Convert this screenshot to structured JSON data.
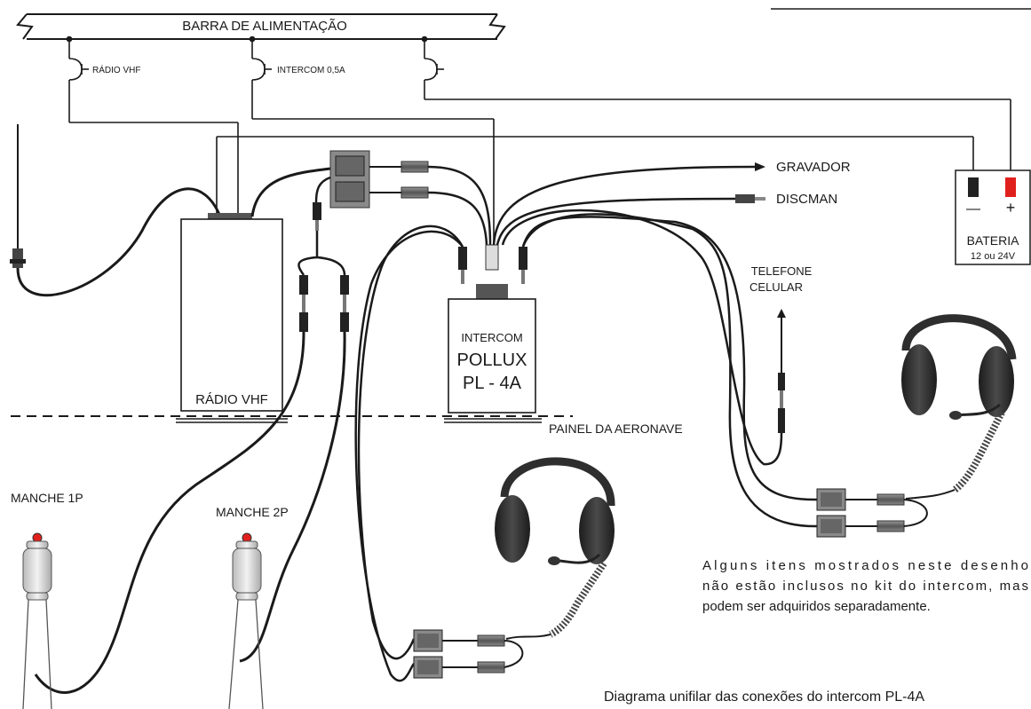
{
  "power_bus": {
    "label": "BARRA DE ALIMENTAÇÃO"
  },
  "breakers": [
    {
      "label": "RÁDIO VHF"
    },
    {
      "label": "INTERCOM 0,5A"
    },
    {
      "label": ""
    }
  ],
  "battery": {
    "minus": "—",
    "plus": "+",
    "label": "BATERIA",
    "sublabel": "12 ou 24V"
  },
  "radio": {
    "label": "RÁDIO VHF"
  },
  "intercom": {
    "line1": "INTERCOM",
    "line2": "POLLUX",
    "line3": "PL - 4A"
  },
  "outputs": {
    "recorder": "GRAVADOR",
    "discman": "DISCMAN"
  },
  "phone": {
    "line1": "TELEFONE",
    "line2": "CELULAR"
  },
  "panel": {
    "label": "PAINEL DA AERONAVE"
  },
  "sticks": {
    "stick1": "MANCHE 1P",
    "stick2": "MANCHE 2P"
  },
  "note": {
    "line1": "Alguns itens mostrados neste desenho",
    "line2": "não estão inclusos no kit do intercom, mas",
    "line3": "podem ser adquiridos separadamente."
  },
  "caption": "Diagrama unifilar das conexões do intercom PL-4A",
  "colors": {
    "line": "#1a1a1a",
    "positive_terminal": "#e0201c",
    "plug": "#6b6b6b",
    "earcup": "#2e2e2e"
  }
}
